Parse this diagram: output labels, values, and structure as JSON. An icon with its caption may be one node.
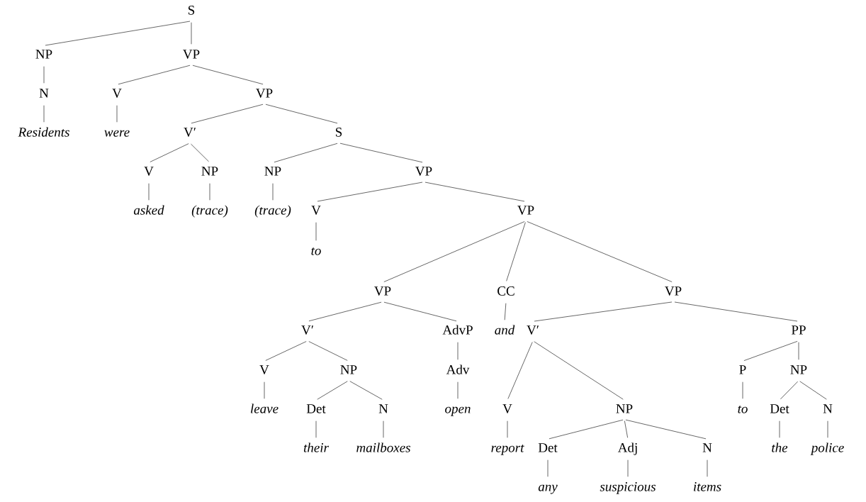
{
  "diagram": {
    "nodes": [
      {
        "text": [
          "S"
        ]
      },
      {
        "text": [
          "NP"
        ]
      },
      {
        "text": [
          "VP"
        ]
      },
      {
        "text": [
          "N"
        ]
      },
      {
        "text": [
          "V"
        ]
      },
      {
        "text": [
          "VP"
        ]
      },
      {
        "text": [
          "Residents"
        ]
      },
      {
        "text": [
          "were"
        ]
      },
      {
        "text": [
          "V′"
        ]
      },
      {
        "text": [
          "S"
        ]
      },
      {
        "text": [
          "V"
        ]
      },
      {
        "text": [
          "NP"
        ]
      },
      {
        "text": [
          "NP"
        ]
      },
      {
        "text": [
          "VP"
        ]
      },
      {
        "text": [
          "asked"
        ]
      },
      {
        "text": [
          "(trace)"
        ]
      },
      {
        "text": [
          "(trace)"
        ]
      },
      {
        "text": [
          "V"
        ]
      },
      {
        "text": [
          "VP"
        ]
      },
      {
        "text": [
          "to"
        ]
      },
      {
        "text": [
          "VP"
        ]
      },
      {
        "text": [
          "CC"
        ]
      },
      {
        "text": [
          "VP"
        ]
      },
      {
        "text": [
          "V′"
        ]
      },
      {
        "text": [
          "AdvP"
        ]
      },
      {
        "text": [
          "and"
        ]
      },
      {
        "text": [
          "V′"
        ]
      },
      {
        "text": [
          "PP"
        ]
      },
      {
        "text": [
          "V"
        ]
      },
      {
        "text": [
          "NP"
        ]
      },
      {
        "text": [
          "Adv"
        ]
      },
      {
        "text": [
          "P"
        ]
      },
      {
        "text": [
          "NP"
        ]
      },
      {
        "text": [
          "leave"
        ]
      },
      {
        "text": [
          "Det"
        ]
      },
      {
        "text": [
          "N"
        ]
      },
      {
        "text": [
          "open"
        ]
      },
      {
        "text": [
          "V"
        ]
      },
      {
        "text": [
          "NP"
        ]
      },
      {
        "text": [
          "to"
        ]
      },
      {
        "text": [
          "Det"
        ]
      },
      {
        "text": [
          "N"
        ]
      },
      {
        "text": [
          "their"
        ]
      },
      {
        "text": [
          "mailboxes"
        ]
      },
      {
        "text": [
          "report"
        ]
      },
      {
        "text": [
          "Det"
        ]
      },
      {
        "text": [
          "Adj"
        ]
      },
      {
        "text": [
          "N"
        ]
      },
      {
        "text": [
          "the"
        ]
      },
      {
        "text": [
          "police"
        ]
      },
      {
        "text": [
          "any"
        ]
      },
      {
        "text": [
          "suspicious"
        ]
      },
      {
        "text": [
          "items"
        ]
      }
    ],
    "edges": [
      {
        "from": 0,
        "to": 1,
        "arrow": "none"
      },
      {
        "from": 0,
        "to": 2,
        "arrow": "none"
      },
      {
        "from": 1,
        "to": 3,
        "arrow": "none"
      },
      {
        "from": 2,
        "to": 4,
        "arrow": "none"
      },
      {
        "from": 2,
        "to": 5,
        "arrow": "none"
      },
      {
        "from": 3,
        "to": 6,
        "arrow": "none"
      },
      {
        "from": 4,
        "to": 7,
        "arrow": "none"
      },
      {
        "from": 5,
        "to": 8,
        "arrow": "none"
      },
      {
        "from": 5,
        "to": 9,
        "arrow": "none"
      },
      {
        "from": 8,
        "to": 10,
        "arrow": "none"
      },
      {
        "from": 8,
        "to": 11,
        "arrow": "none"
      },
      {
        "from": 9,
        "to": 12,
        "arrow": "none"
      },
      {
        "from": 9,
        "to": 13,
        "arrow": "none"
      },
      {
        "from": 10,
        "to": 14,
        "arrow": "none"
      },
      {
        "from": 11,
        "to": 15,
        "arrow": "none"
      },
      {
        "from": 12,
        "to": 16,
        "arrow": "none"
      },
      {
        "from": 13,
        "to": 17,
        "arrow": "none"
      },
      {
        "from": 13,
        "to": 18,
        "arrow": "none"
      },
      {
        "from": 17,
        "to": 19,
        "arrow": "none"
      },
      {
        "from": 18,
        "to": 20,
        "arrow": "none"
      },
      {
        "from": 18,
        "to": 21,
        "arrow": "none"
      },
      {
        "from": 18,
        "to": 22,
        "arrow": "none"
      },
      {
        "from": 20,
        "to": 23,
        "arrow": "none"
      },
      {
        "from": 20,
        "to": 24,
        "arrow": "none"
      },
      {
        "from": 21,
        "to": 25,
        "arrow": "none"
      },
      {
        "from": 22,
        "to": 26,
        "arrow": "none"
      },
      {
        "from": 22,
        "to": 27,
        "arrow": "none"
      },
      {
        "from": 23,
        "to": 28,
        "arrow": "none"
      },
      {
        "from": 23,
        "to": 29,
        "arrow": "none"
      },
      {
        "from": 24,
        "to": 30,
        "arrow": "none"
      },
      {
        "from": 27,
        "to": 31,
        "arrow": "none"
      },
      {
        "from": 27,
        "to": 32,
        "arrow": "none"
      },
      {
        "from": 28,
        "to": 33,
        "arrow": "none"
      },
      {
        "from": 29,
        "to": 34,
        "arrow": "none"
      },
      {
        "from": 29,
        "to": 35,
        "arrow": "none"
      },
      {
        "from": 30,
        "to": 36,
        "arrow": "none"
      },
      {
        "from": 26,
        "to": 37,
        "arrow": "none"
      },
      {
        "from": 26,
        "to": 38,
        "arrow": "none"
      },
      {
        "from": 31,
        "to": 39,
        "arrow": "none"
      },
      {
        "from": 32,
        "to": 40,
        "arrow": "none"
      },
      {
        "from": 32,
        "to": 41,
        "arrow": "none"
      },
      {
        "from": 34,
        "to": 42,
        "arrow": "none"
      },
      {
        "from": 35,
        "to": 43,
        "arrow": "none"
      },
      {
        "from": 37,
        "to": 44,
        "arrow": "none"
      },
      {
        "from": 38,
        "to": 45,
        "arrow": "none"
      },
      {
        "from": 38,
        "to": 46,
        "arrow": "none"
      },
      {
        "from": 38,
        "to": 47,
        "arrow": "none"
      },
      {
        "from": 40,
        "to": 48,
        "arrow": "none"
      },
      {
        "from": 41,
        "to": 49,
        "arrow": "none"
      },
      {
        "from": 45,
        "to": 50,
        "arrow": "none"
      },
      {
        "from": 46,
        "to": 51,
        "arrow": "none"
      },
      {
        "from": 47,
        "to": 52,
        "arrow": "none"
      }
    ]
  }
}
